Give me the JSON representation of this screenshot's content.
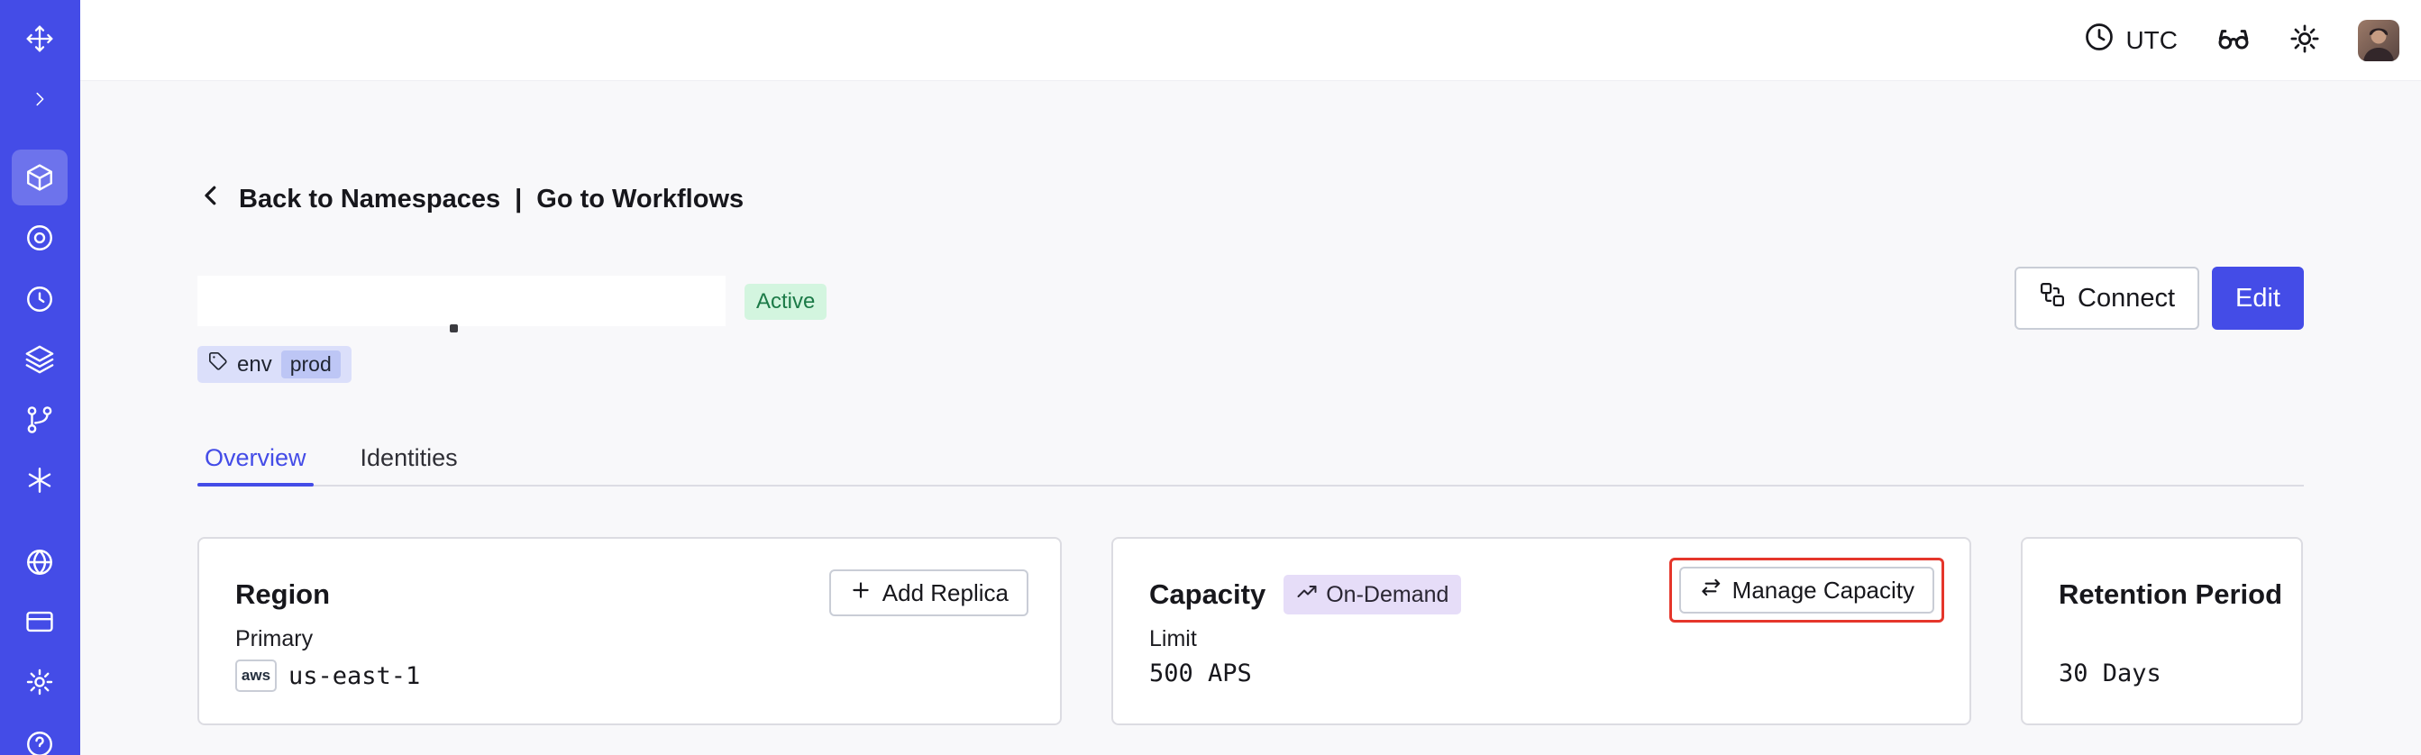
{
  "topbar": {
    "timezone": "UTC",
    "icons": [
      "clock-icon",
      "glasses-icon",
      "sun-icon",
      "avatar"
    ]
  },
  "sidebar": {
    "color": "#444CE7",
    "active_item": "namespaces-icon",
    "icons": [
      "temporal-logo-icon",
      "chevron-right-icon",
      "namespaces-icon",
      "workflows-icon",
      "schedules-icon",
      "deployments-icon",
      "nexus-icon",
      "batch-icon",
      "usage-icon",
      "billing-icon",
      "settings-icon",
      "help-icon"
    ]
  },
  "page": {
    "back_link": "Back to Namespaces",
    "nav_separator": "|",
    "workflows_link": "Go to Workflows",
    "status_badge": "Active",
    "tag": {
      "key": "env",
      "value": "prod"
    },
    "actions": {
      "connect": "Connect",
      "edit": "Edit"
    },
    "tabs": [
      {
        "label": "Overview",
        "active": true
      },
      {
        "label": "Identities",
        "active": false
      }
    ],
    "cards": {
      "region": {
        "title": "Region",
        "add_replica": "Add Replica",
        "label": "Primary",
        "provider": "aws",
        "value": "us-east-1"
      },
      "capacity": {
        "title": "Capacity",
        "badge": "On-Demand",
        "manage": "Manage Capacity",
        "label": "Limit",
        "value": "500 APS"
      },
      "retention": {
        "title": "Retention Period",
        "value": "30 Days"
      }
    }
  },
  "colors": {
    "sidebar": "#444CE7",
    "accent": "#444CE7",
    "active_badge_bg": "#D3F5DF",
    "active_badge_text": "#1B7A47",
    "tag_bg": "#DBDFFA",
    "tag_inner_bg": "#BDC6F5",
    "ondemand_bg": "#E6DDF8",
    "annotation_red": "#E5362B"
  }
}
